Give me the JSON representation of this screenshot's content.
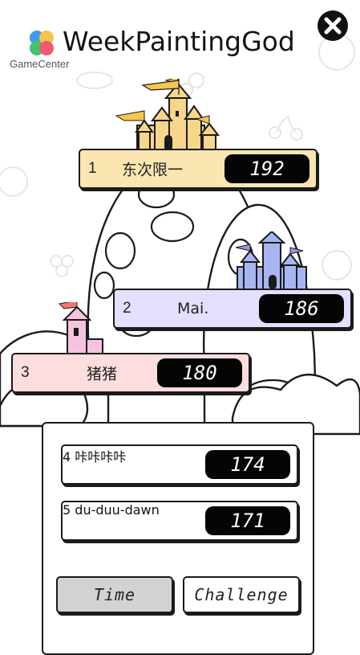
{
  "header": {
    "title": "WeekPaintingGod",
    "subtitle": "GameCenter"
  },
  "colors": {
    "gold_plaque": "#fbe6b2",
    "lavender_plaque": "#e3e0ff",
    "pink_plaque": "#fddddd",
    "score_bg": "#050505",
    "time_button": "#d2d2d2",
    "castle_gold": "#f7d58a",
    "castle_blue": "#a7b6f2",
    "castle_pink": "#f6c3df",
    "flag_gold": "#f6c74a",
    "flag_purple": "#9f8fe8",
    "flag_red": "#f07a6a"
  },
  "podium": [
    {
      "rank": "1",
      "name": "东次限一",
      "score": "192"
    },
    {
      "rank": "2",
      "name": "Mai.",
      "score": "186"
    },
    {
      "rank": "3",
      "name": "猪猪",
      "score": "180"
    }
  ],
  "list": [
    {
      "rank": "4",
      "name": "咔咔咔咔",
      "score": "174"
    },
    {
      "rank": "5",
      "name": "du-duu-dawn",
      "score": "171"
    }
  ],
  "buttons": {
    "time": "Time",
    "challenge": "Challenge"
  }
}
